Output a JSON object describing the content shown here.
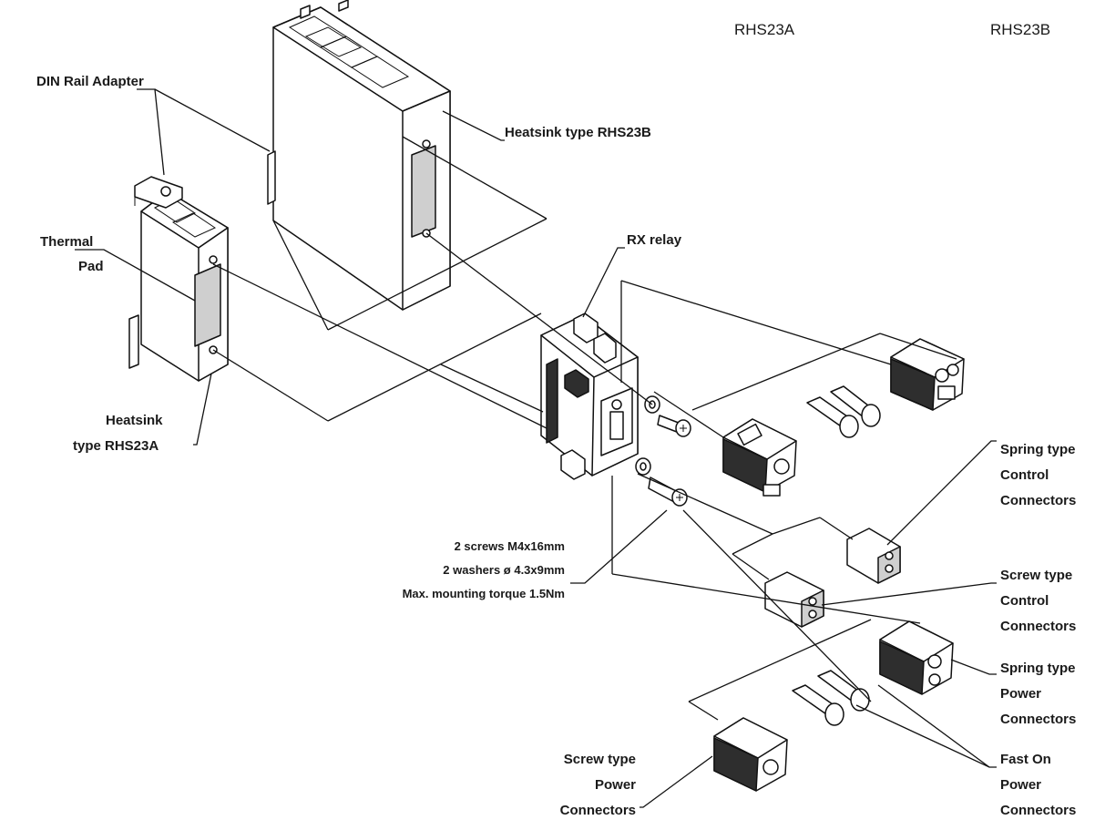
{
  "header": {
    "variant_a": "RHS23A",
    "variant_b": "RHS23B"
  },
  "labels": {
    "din_rail_adapter": "DIN Rail Adapter",
    "heatsink_b": "Heatsink type RHS23B",
    "thermal_pad_line1": "Thermal",
    "thermal_pad_line2": "Pad",
    "rx_relay": "RX relay",
    "heatsink_a_line1": "Heatsink",
    "heatsink_a_line2": "type RHS23A",
    "screws": "2 screws M4x16mm",
    "washers": "2 washers ø 4.3x9mm",
    "torque": "Max. mounting torque 1.5Nm",
    "spring_control_1": "Spring type",
    "spring_control_2": "Control",
    "spring_control_3": "Connectors",
    "screw_control_1": "Screw type",
    "screw_control_2": "Control",
    "screw_control_3": "Connectors",
    "spring_power_1": "Spring type",
    "spring_power_2": "Power",
    "spring_power_3": "Connectors",
    "fast_on_1": "Fast On",
    "fast_on_2": "Power",
    "fast_on_3": "Connectors",
    "screw_power_1": "Screw type",
    "screw_power_2": "Power",
    "screw_power_3": "Connectors"
  }
}
